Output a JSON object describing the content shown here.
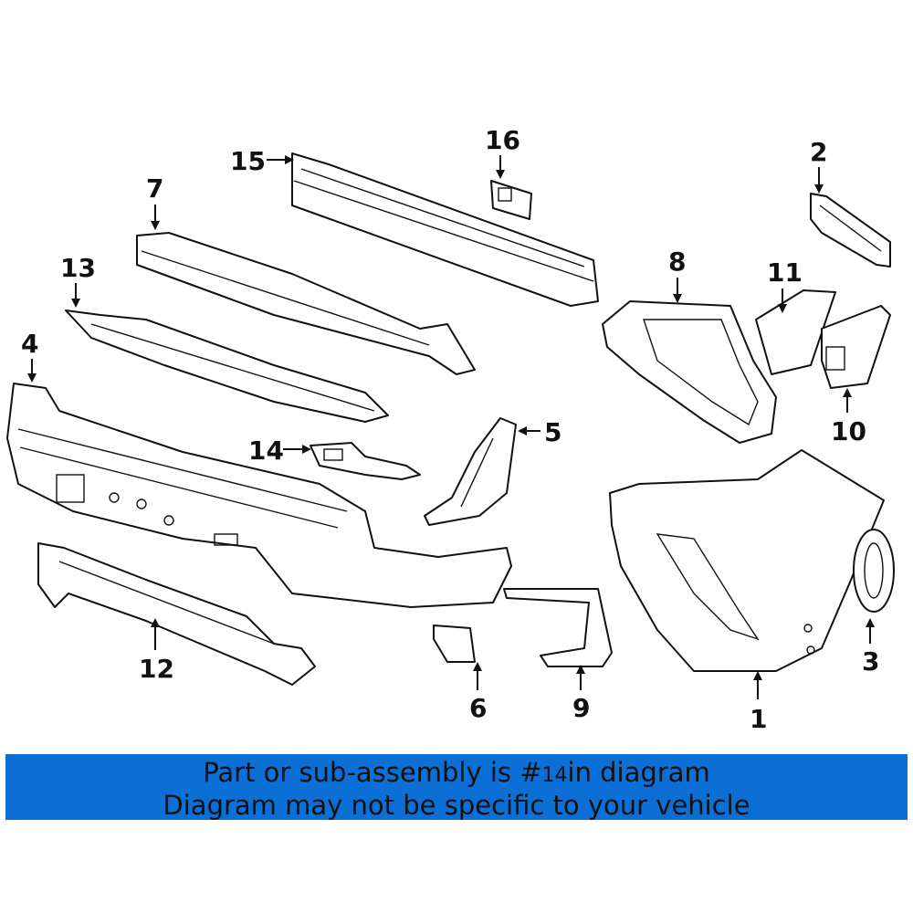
{
  "callouts": {
    "c1": "1",
    "c2": "2",
    "c3": "3",
    "c4": "4",
    "c5": "5",
    "c6": "6",
    "c7": "7",
    "c8": "8",
    "c9": "9",
    "c10": "10",
    "c11": "11",
    "c12": "12",
    "c13": "13",
    "c14": "14",
    "c15": "15",
    "c16": "16"
  },
  "banner": {
    "line1_prefix": "Part or sub-assembly is #",
    "part_number": "14",
    "line1_suffix": "in diagram",
    "line2": "Diagram may not be specific to your vehicle",
    "background_color": "#0b6fd6"
  }
}
